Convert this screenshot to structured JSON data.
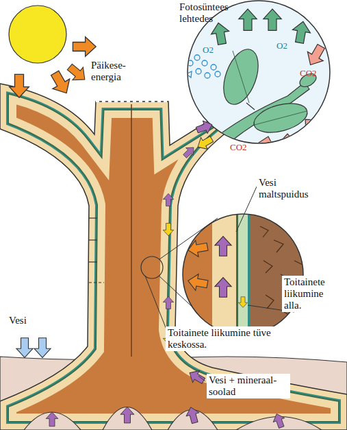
{
  "diagram": {
    "labels": [
      "Fotosüntees lehtedes",
      "O2",
      "O2",
      "CO2",
      "CO2",
      "Päikese- energia",
      "Vesi maltspuidus",
      "Toitainete liikumine alla.",
      "Toitainete liikumine tüve keskossa.",
      "Vesi",
      "Vesi + mineraal- soolad"
    ]
  }
}
